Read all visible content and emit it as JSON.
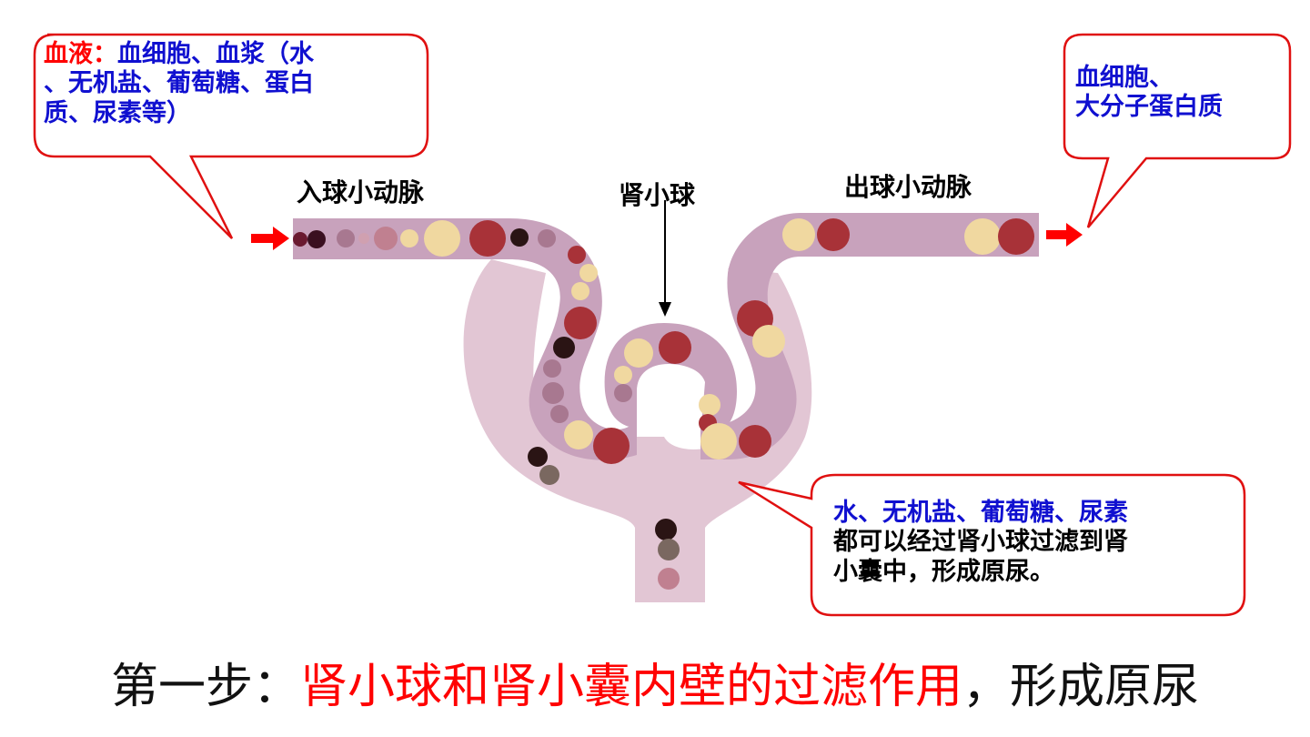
{
  "callouts": {
    "blood": {
      "key": "血液",
      "colon": "：",
      "text1": "血细胞、血浆（水",
      "text2": "、无机盐、葡萄糖、蛋白",
      "text3": "质、尿素等）"
    },
    "outflow": {
      "line1": "血细胞、",
      "line2": "大分子蛋白质"
    },
    "filtrate": {
      "line1": "水、无机盐、葡萄糖、尿素",
      "line2": "都可以经过肾小球过滤到肾",
      "line3": "小囊中，形成原尿。"
    }
  },
  "labels": {
    "afferent": "入球小动脉",
    "glomerulus": "肾小球",
    "efferent": "出球小动脉"
  },
  "caption": {
    "prefix": "第一步：",
    "highlight": "肾小球和肾小囊内壁的过滤作用",
    "suffix": "，形成原尿"
  },
  "colors": {
    "callout_border": "#e01010",
    "arrow": "#ff0000",
    "key_red": "#ff0000",
    "text_blue": "#1010d0",
    "capsule": "#e2c6d4",
    "vessel": "#c8a2bc",
    "cell_red": "#a83238",
    "cell_cream": "#f0d8a0",
    "cell_dark": "#2a1414",
    "cell_mauve": "#a87890"
  }
}
